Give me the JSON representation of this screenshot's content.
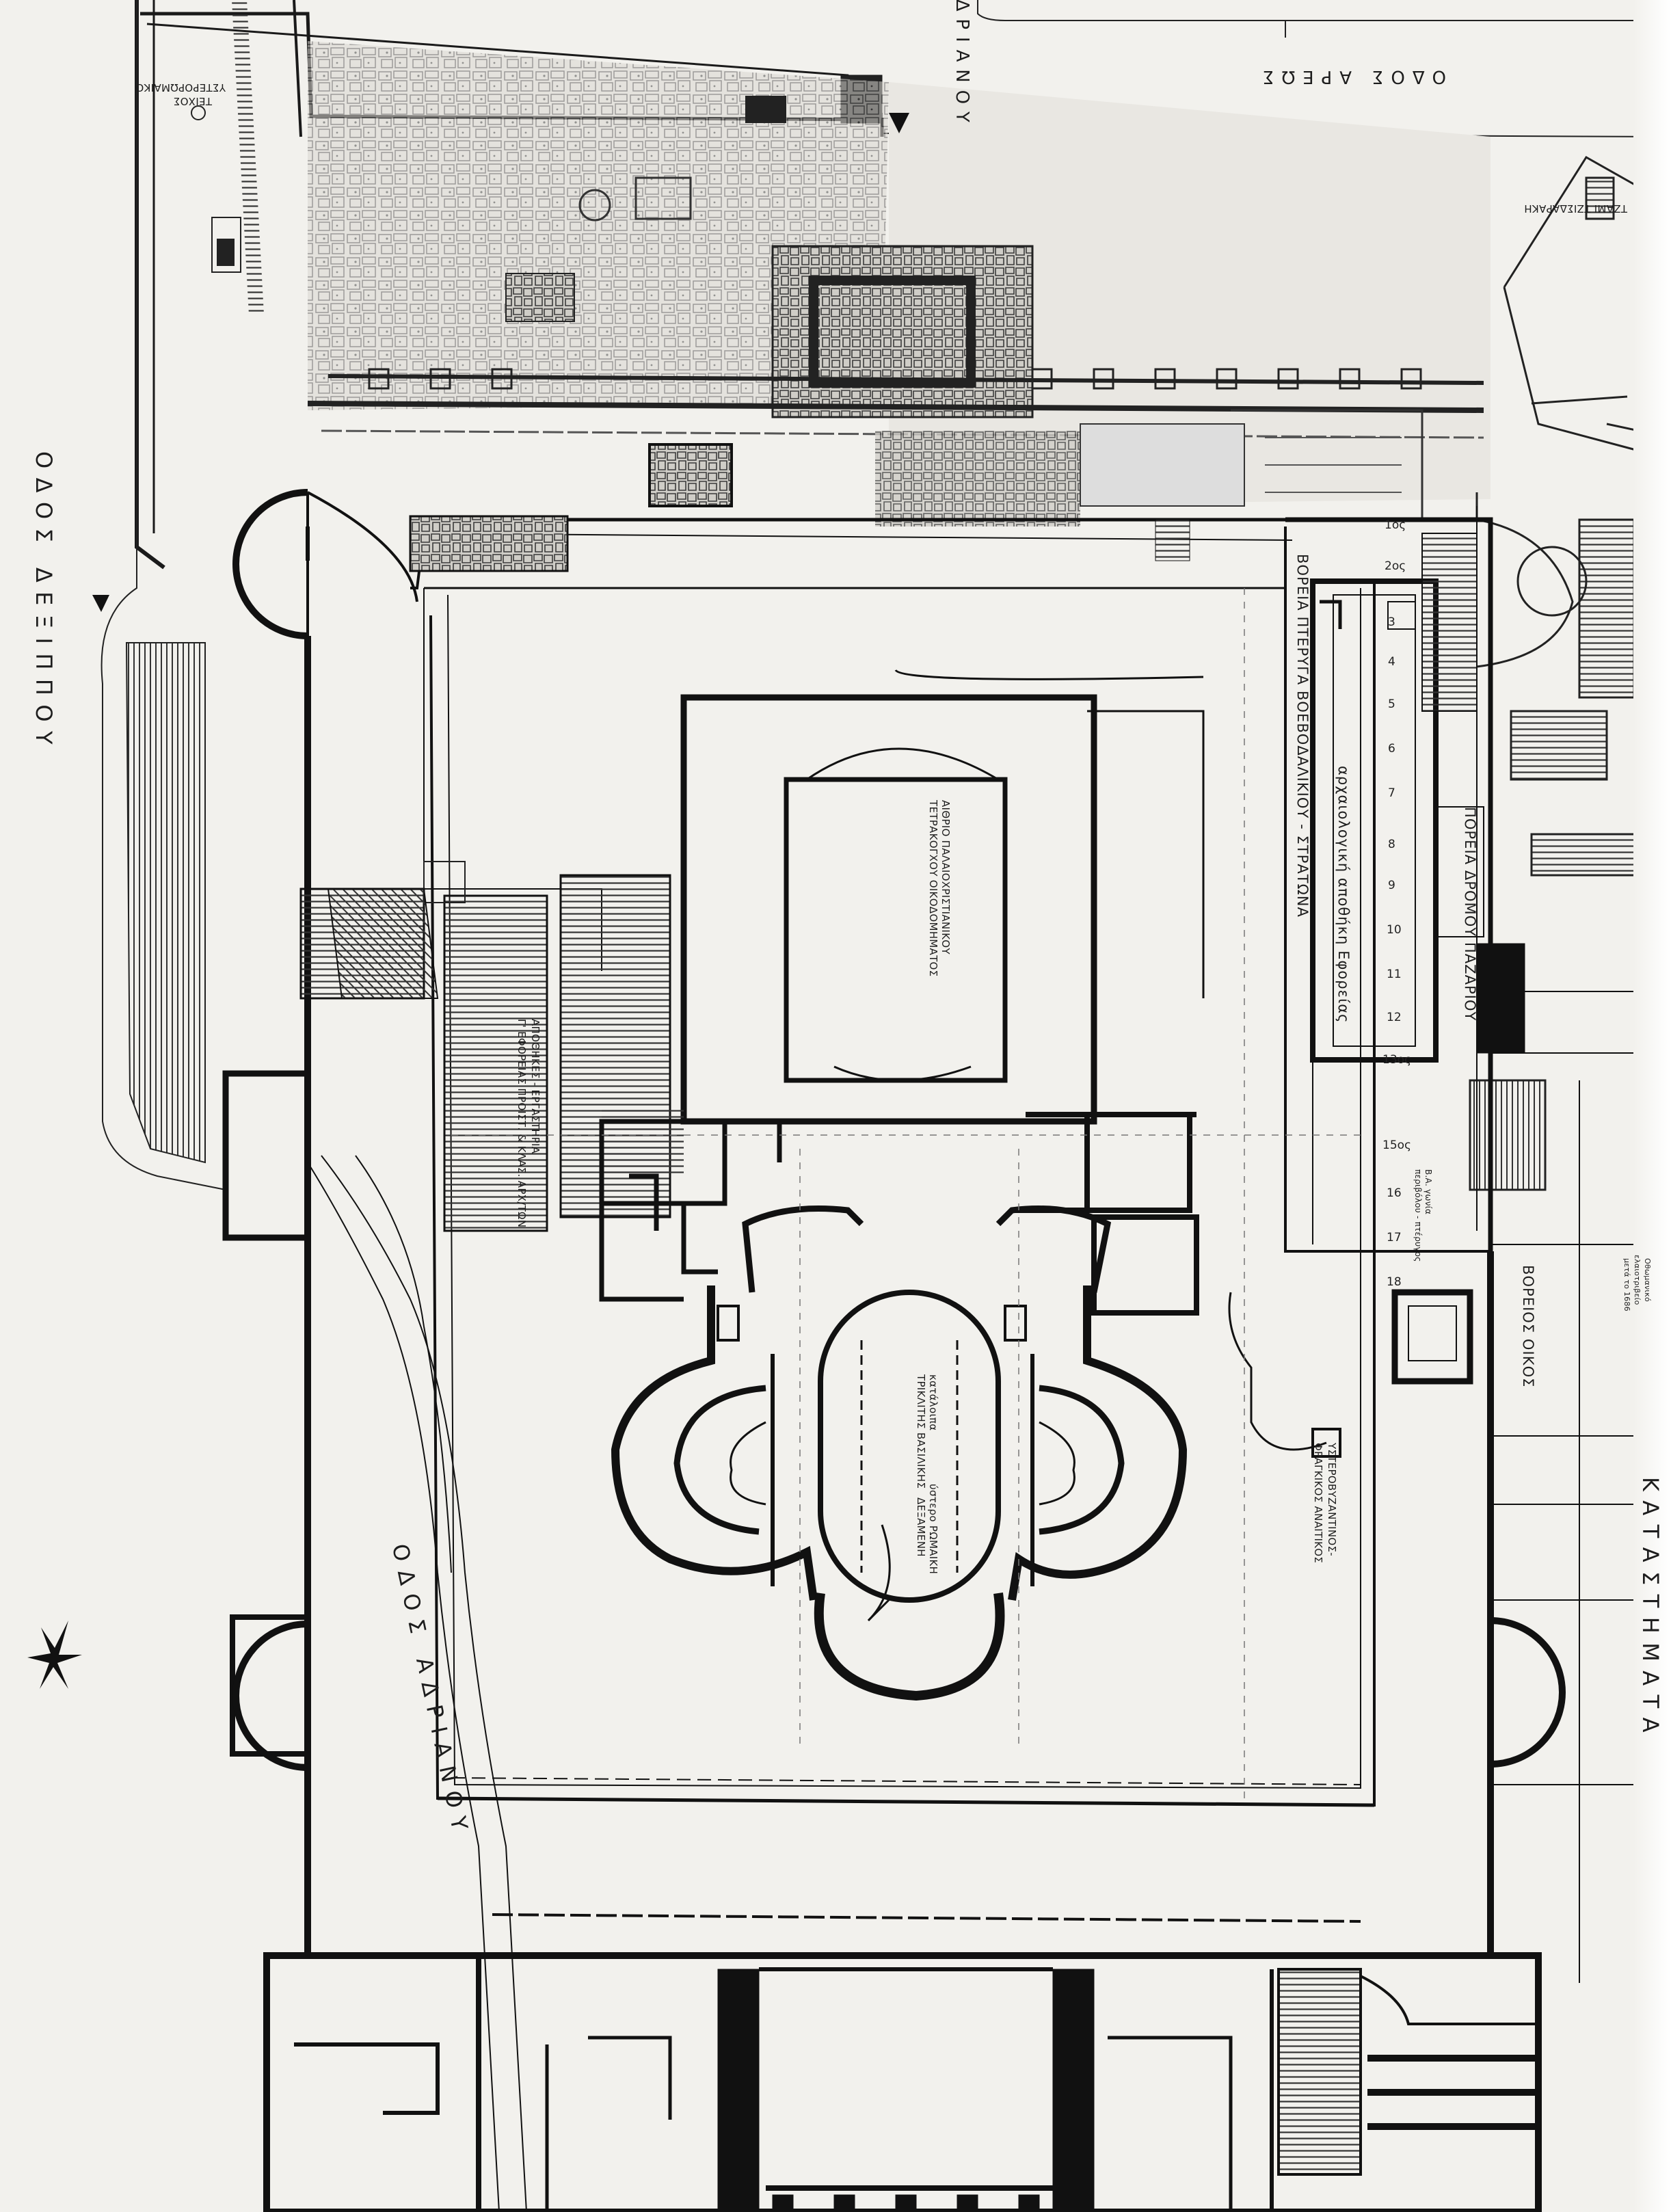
{
  "streets": {
    "adrianou_top": "ΑΔΡΙΑΝΟΥ",
    "areos": "ΟΔΟΣ ΑΡΕΩΣ",
    "dexippou": "ΟΔΟΣ ΔΕΞΙΠΠΟΥ",
    "adrianou_diag": "ΟΔΟΣ ΑΔΡΙΑΝΟΥ",
    "katasthmata": "ΚΑΤΑΣΤΗΜΑΤΑ"
  },
  "labels": {
    "late_roman_wall_l1": "ΥΣΤΕΡΟΡΩΜΑΙΚΟ",
    "late_roman_wall_l2": "ΤΕΙΧΟΣ",
    "tzisdaraki_mosque": "ΤΖΑΜΙ ΤΖΙΣΔΑΡΑΚΗ",
    "north_wing_barracks": "ΒΟΡΕΙΑ ΠΤΕΡΥΓΑ ΒΟΕΒΟΔΑΛΙΚΙΟΥ - ΣΤΡΑΤΩΝΑ",
    "ephorate_storage": "αρχαιολογική αποθήκη Εφορείας",
    "pazari_route": "ΠΟΡΕΙΑ ΔΡΟΜΟΥ ΠΑΖΑΡΙΟΥ",
    "atrium_l1": "ΑΙΘΡΙΟ ΠΑΛΑΙΟΧΡΙΣΤΙΑΝΙΚΟΥ",
    "atrium_l2": "ΤΕΤΡΑΚΟΓΧΟΥ ΟΙΚΟΔΟΜΗΜΑΤΟΣ",
    "storerooms_l1": "ΑΠΟΘΗΚΕΣ - ΕΡΓΑΣΤΗΡΙΑ",
    "storerooms_l2": "Γ' ΕΦΟΡΕΙΑΣ ΠΡΟΙΣΤ. & ΚΛΑΣ. ΑΡΧ/ΤΩΝ",
    "basilica_l1": "κατάλοιπα",
    "basilica_l2": "ΤΡΙΚΛΙΤΗΣ ΒΑΣΙΛΙΚΗΣ",
    "roman_pool_l1": "ύστερο ΡΩΜΑΙΚΗ",
    "roman_pool_l2": "ΔΕΞΑΜΕΝΗ",
    "late_byz_l1": "ΥΣΤΕΡΟΒΥΖΑΝΤΙΝΟΣ-",
    "late_byz_l2": "ΦΡΑΓΚΙΚΟΣ ΑΝΑΙΤΙΚΟΣ",
    "ne_corner_l1": "Β.Α. γωνία",
    "ne_corner_l2": "περιβόλου - πτέρυγος",
    "ottoman_l1": "Οθωμανικό",
    "ottoman_l2": "ελαιοτριβείο",
    "ottoman_l3": "μετά το 1686",
    "north_house": "ΒΟΡΕΙΟΣ ΟΙΚΟΣ"
  },
  "grid_numbers": [
    "1ος",
    "2ος",
    "3",
    "4",
    "5",
    "6",
    "7",
    "8",
    "9",
    "10",
    "11",
    "12",
    "13ος",
    "15ος",
    "16",
    "17",
    "18"
  ]
}
